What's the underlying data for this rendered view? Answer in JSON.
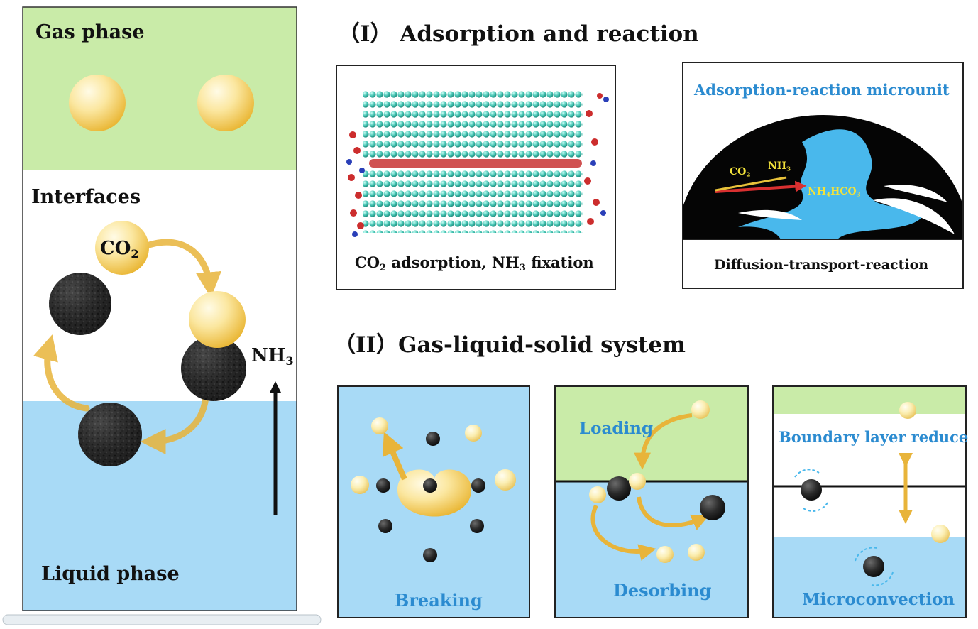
{
  "left_column": {
    "gas_phase": "Gas phase",
    "interfaces": "Interfaces",
    "liquid_phase": "Liquid phase",
    "co2_main": "CO",
    "co2_sub": "2",
    "nh3_main": "NH",
    "nh3_sub": "3"
  },
  "section1": {
    "title": "（I） Adsorption and reaction",
    "panel_a": {
      "caption_co": "CO",
      "caption_sub2": "2",
      "caption_mid": " adsorption, NH",
      "caption_sub3": "3",
      "caption_end": " fixation"
    },
    "panel_b": {
      "title": "Adsorption-reaction microunit",
      "caption": "Diffusion-transport-reaction",
      "label_co2_main": "CO",
      "label_co2_sub": "2",
      "label_nh3_main": "NH",
      "label_nh3_sub": "3",
      "label_product_a": "NH",
      "label_product_sub4": "4",
      "label_product_b": "HCO",
      "label_product_sub3": "3"
    }
  },
  "section2": {
    "title": "（II）Gas-liquid-solid system",
    "panel_breaking": "Breaking",
    "panel_loading": "Loading",
    "panel_desorbing": "Desorbing",
    "panel_boundary": "Boundary layer reduce",
    "panel_micro": "Microconvection"
  },
  "colors": {
    "gas_green": "#c9eba8",
    "liquid_blue": "#a8daf6",
    "label_blue": "#2b8bd0",
    "sphere_gold": "#f5c94a",
    "arrow_gold": "#e8b43a"
  }
}
